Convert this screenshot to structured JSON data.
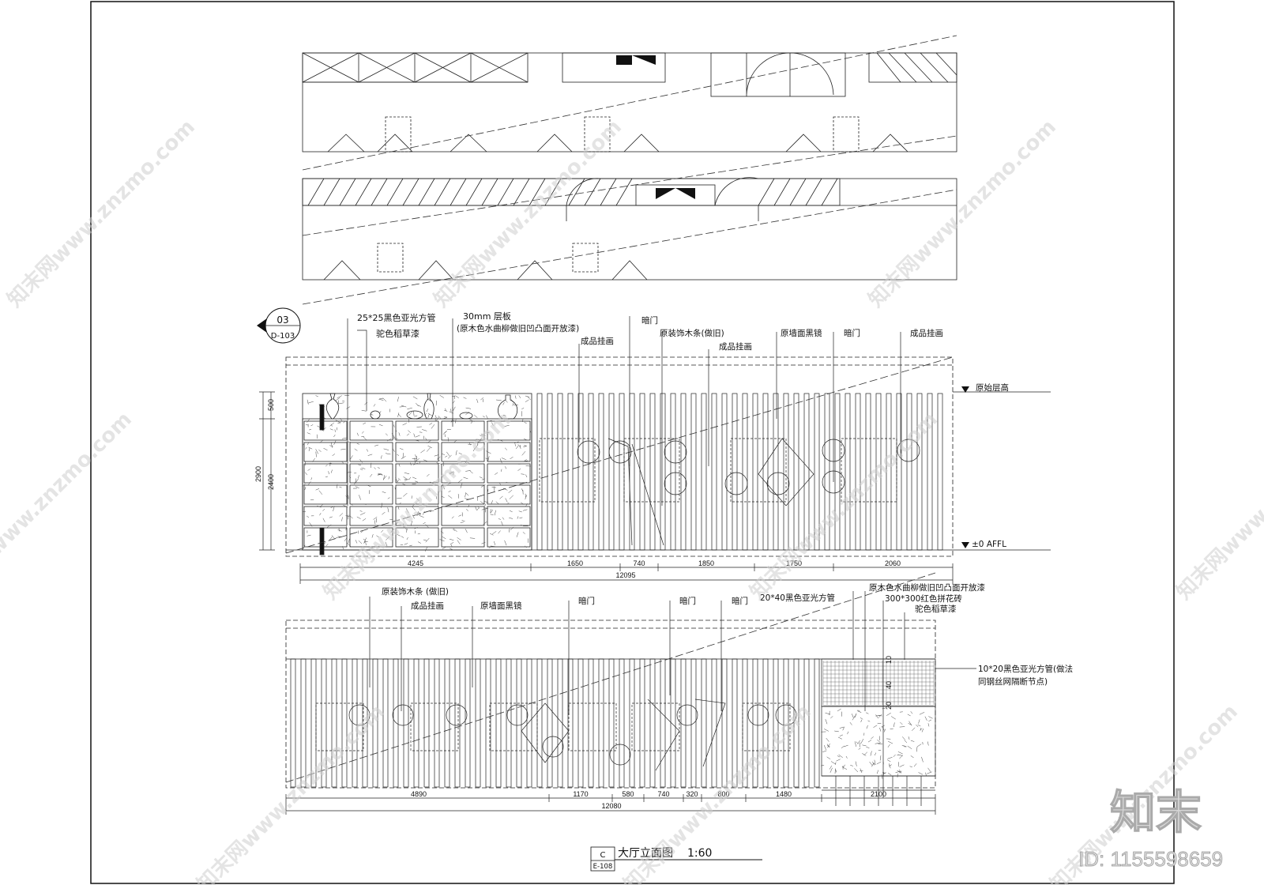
{
  "section_tag": {
    "number": "03",
    "sheet": "D-103"
  },
  "drawing_title": {
    "tag_letter": "C",
    "tag_sheet": "E-108",
    "title": "大厅立面图",
    "scale": "1:60"
  },
  "upper_elevation": {
    "callouts": [
      "25*25黑色亚光方管",
      "驼色稻草漆",
      "30mm 层板",
      "(原木色水曲柳做旧凹凸面开放漆)",
      "成品挂画",
      "暗门",
      "原装饰木条(做旧)",
      "成品挂画",
      "原墙面黑镜",
      "暗门",
      "成品挂画"
    ],
    "level_top": "原始层高",
    "level_zero": "±0  AFFL",
    "vertical_dims": [
      "2900",
      "500",
      "2400"
    ],
    "horizontal_dims": [
      "4245",
      "1650",
      "740",
      "1850",
      "1750",
      "2060"
    ],
    "total_dim": "12095"
  },
  "lower_elevation": {
    "callouts": [
      "原装饰木条 (做旧)",
      "成品挂画",
      "原墙面黑镜",
      "暗门",
      "暗门",
      "暗门",
      "20*40黑色亚光方管",
      "原木色水曲柳做旧凹凸面开放漆",
      "300*300红色拼花砖",
      "驼色稻草漆"
    ],
    "side_note_line1": "10*20黑色亚光方管(做法",
    "side_note_line2": "同钢丝网隔断节点)",
    "vertical_dims": [
      "10",
      "40",
      "20"
    ],
    "horizontal_dims": [
      "4890",
      "1170",
      "580",
      "740",
      "320",
      "800",
      "1480",
      "2100"
    ],
    "total_dim": "12080"
  },
  "brand": {
    "logo": "知末",
    "id_label": "ID: 1155598659"
  },
  "watermark_text": "知末网www.znzmo.com"
}
